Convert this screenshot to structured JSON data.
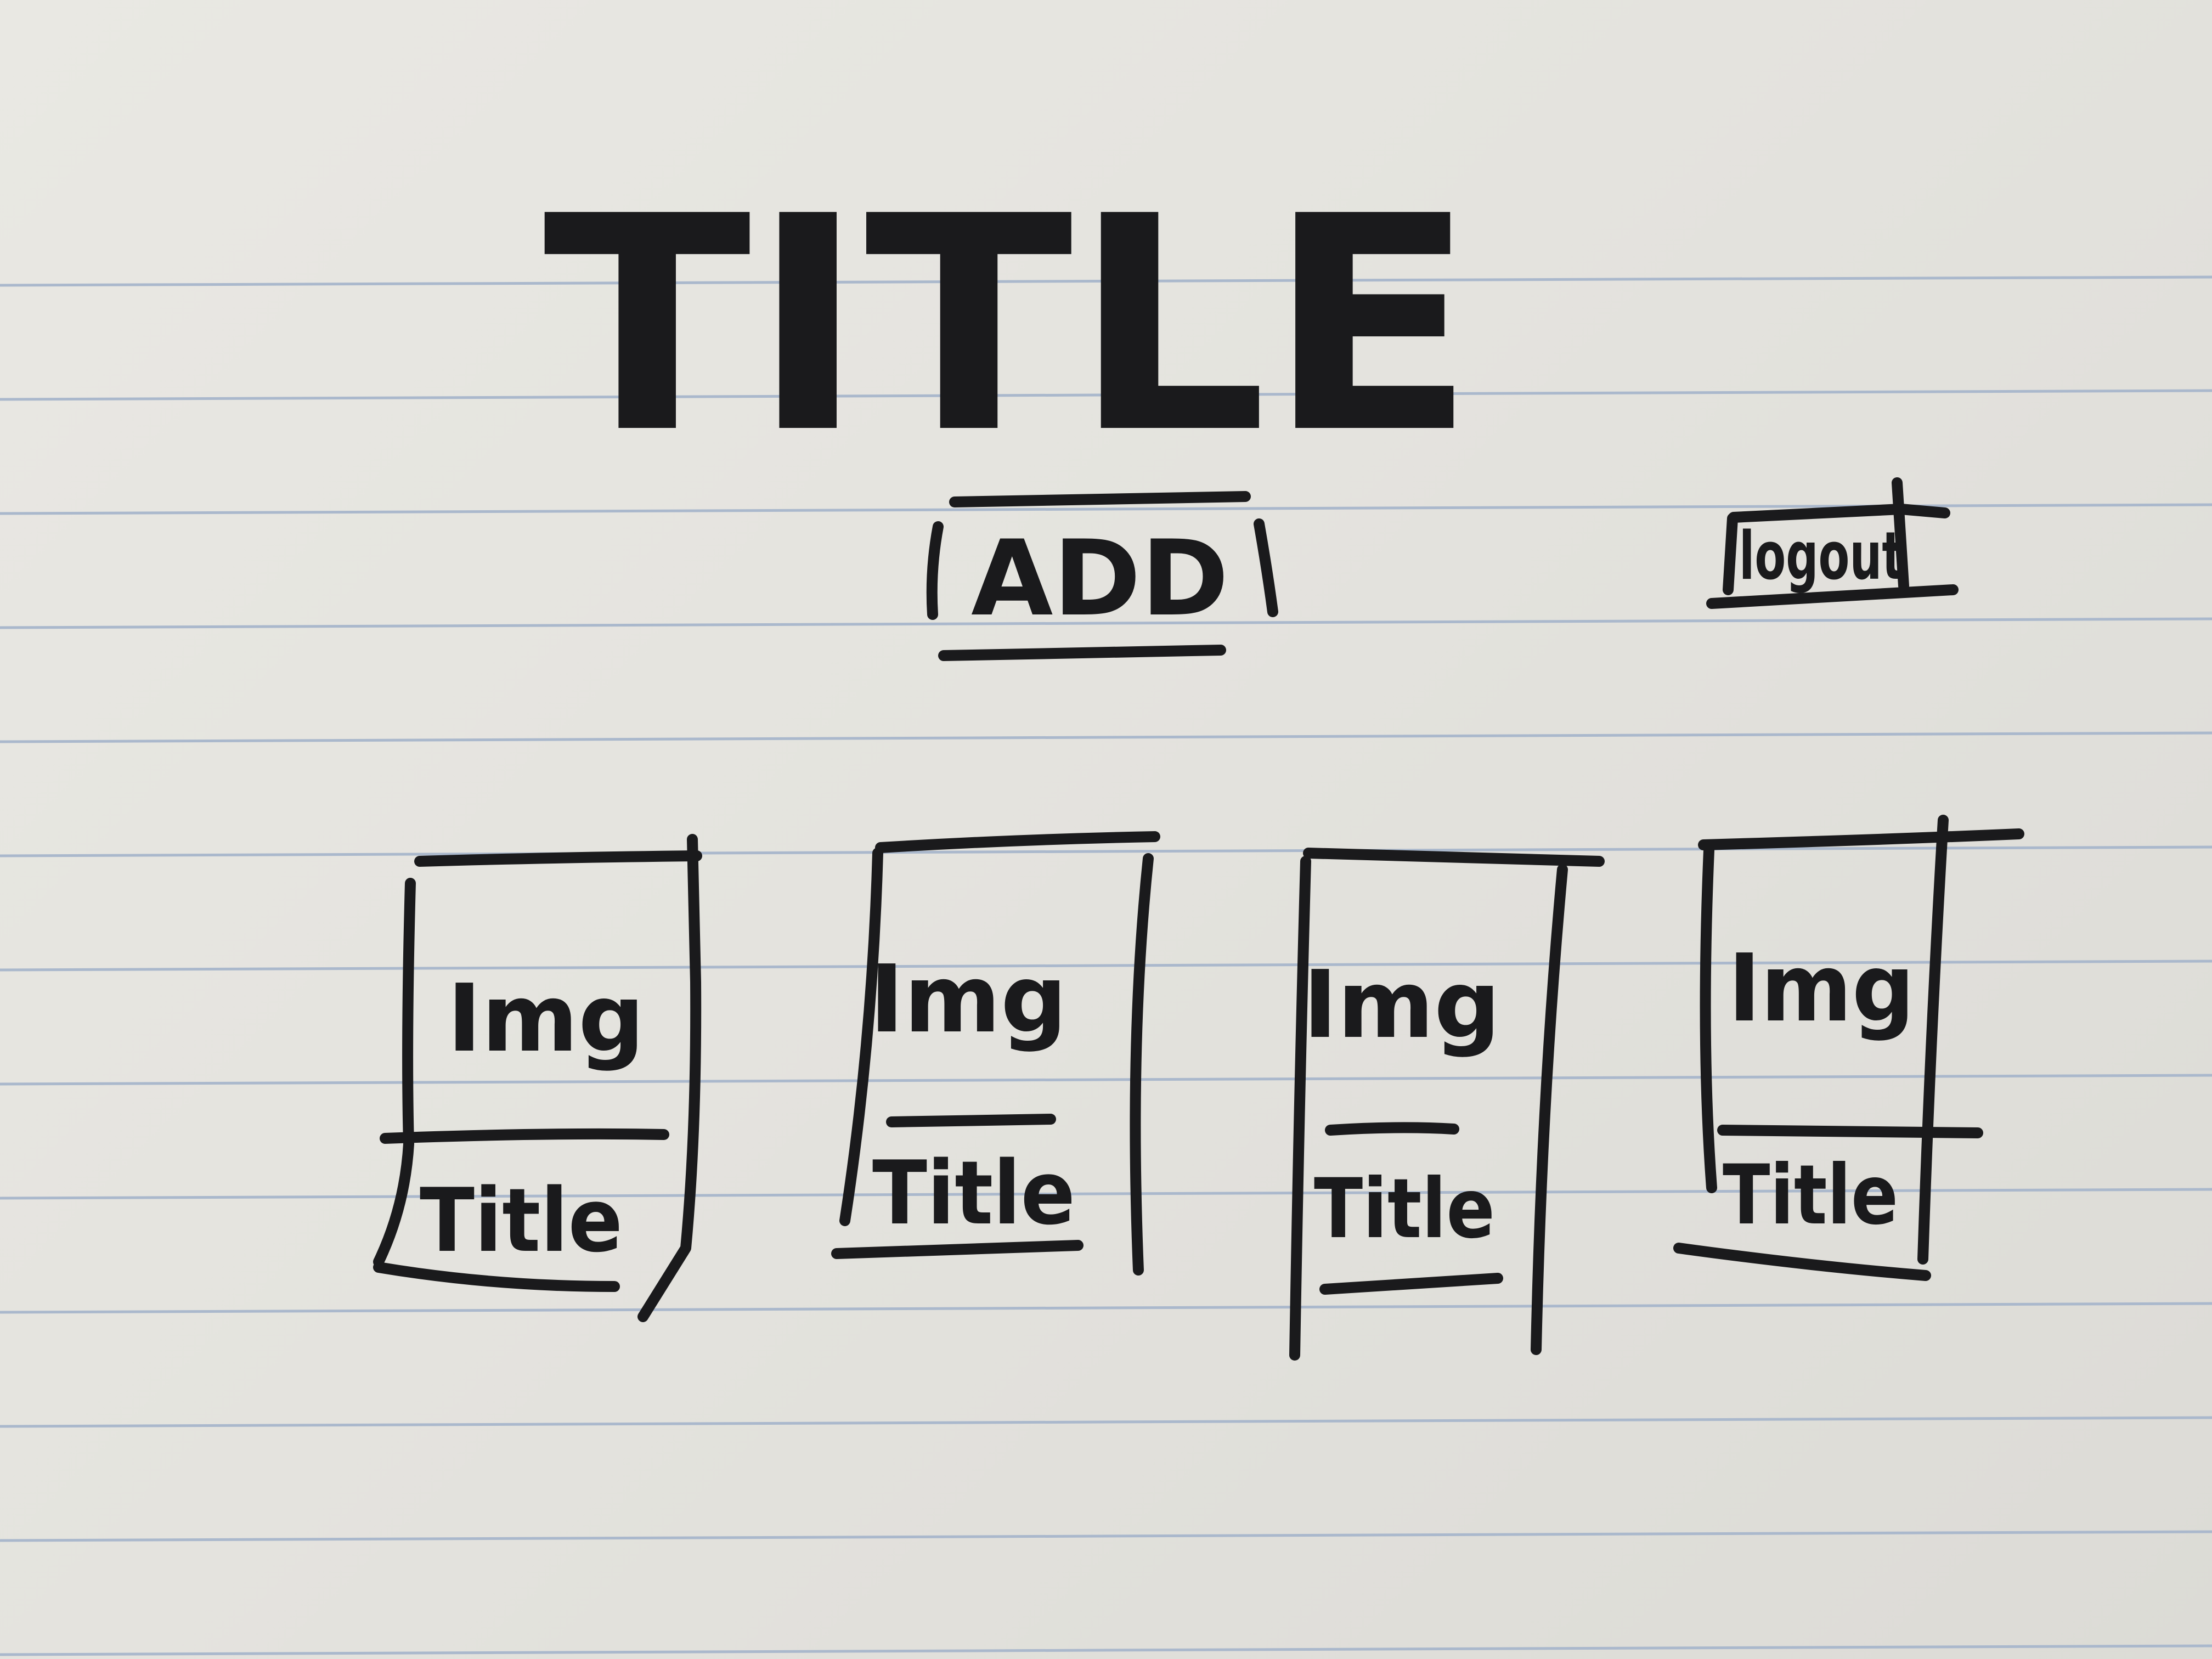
{
  "wireframe": {
    "title": "TITLE",
    "add_button": "ADD",
    "logout_button": "logout",
    "cards": [
      {
        "image_label": "Img",
        "title": "Title"
      },
      {
        "image_label": "Img",
        "title": "Title"
      },
      {
        "image_label": "Img",
        "title": "Title"
      },
      {
        "image_label": "Img",
        "title": "Title"
      }
    ]
  },
  "colors": {
    "paper": "#e6e5e0",
    "ink": "#1a1a1c",
    "rule_lines": "#aab8cc"
  }
}
